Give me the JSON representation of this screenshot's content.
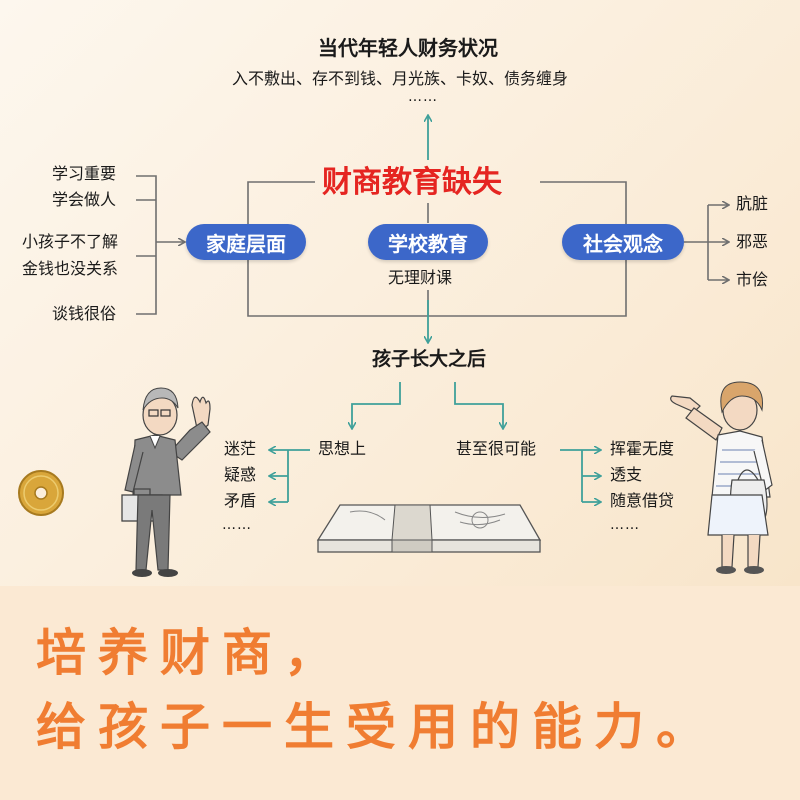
{
  "top": {
    "title": "当代年轻人财务状况",
    "subtitle": "入不敷出、存不到钱、月光族、卡奴、债务缠身",
    "ellipsis": "……"
  },
  "center_title": "财商教育缺失",
  "pillars": {
    "family": "家庭层面",
    "school": "学校教育",
    "society": "社会观念",
    "school_note": "无理财课"
  },
  "left_list": [
    "学习重要",
    "学会做人",
    "小孩子不了解",
    "金钱也没关系",
    "谈钱很俗"
  ],
  "right_list": [
    "肮脏",
    "邪恶",
    "市侩"
  ],
  "middle": "孩子长大之后",
  "thought": {
    "label": "思想上",
    "items": [
      "迷茫",
      "疑惑",
      "矛盾"
    ],
    "ellipsis": "……"
  },
  "possible": {
    "label": "甚至很可能",
    "items": [
      "挥霍无度",
      "透支",
      "随意借贷"
    ],
    "ellipsis": "……"
  },
  "slogan": {
    "line1": "培养财商，",
    "line2": "给孩子一生受用的能力。"
  },
  "colors": {
    "accent_red": "#e52521",
    "pill_blue": "#3c67c9",
    "line_gray": "#6f6f6f",
    "arrow_teal": "#3fa09a",
    "slogan_orange": "#f07d32"
  },
  "icons": [
    "coin-icon",
    "businessman-illustration",
    "woman-illustration",
    "money-stack-illustration"
  ]
}
